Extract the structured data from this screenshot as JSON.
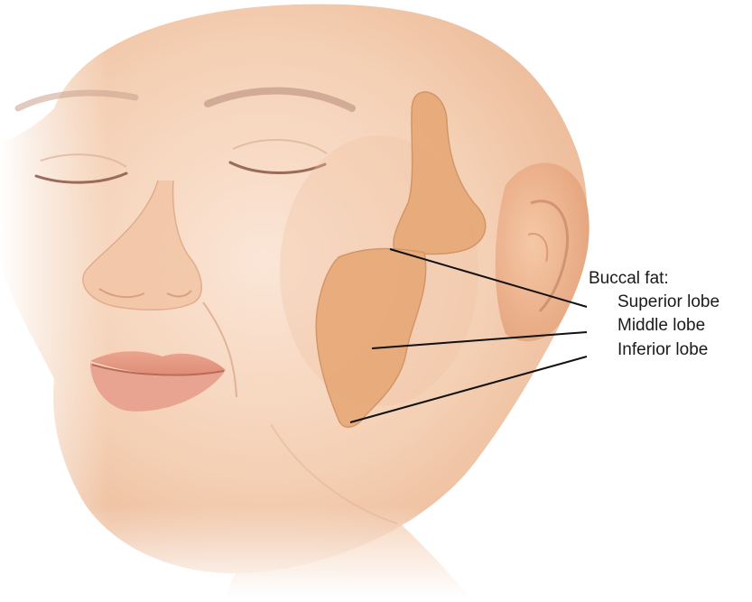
{
  "labels": {
    "title": "Buccal fat:",
    "items": [
      "Superior lobe",
      "Middle lobe",
      "Inferior lobe"
    ]
  },
  "colors": {
    "skin_light": "#fbe6d6",
    "skin_mid": "#f3c7a6",
    "skin_shadow": "#e4a782",
    "fat_pad": "#e6a774",
    "fat_pad_edge": "#c98a58",
    "lips": "#e59a86",
    "leader_line": "#111111"
  },
  "icons": [
    "closed-eye-left",
    "closed-eye-right",
    "ear"
  ]
}
